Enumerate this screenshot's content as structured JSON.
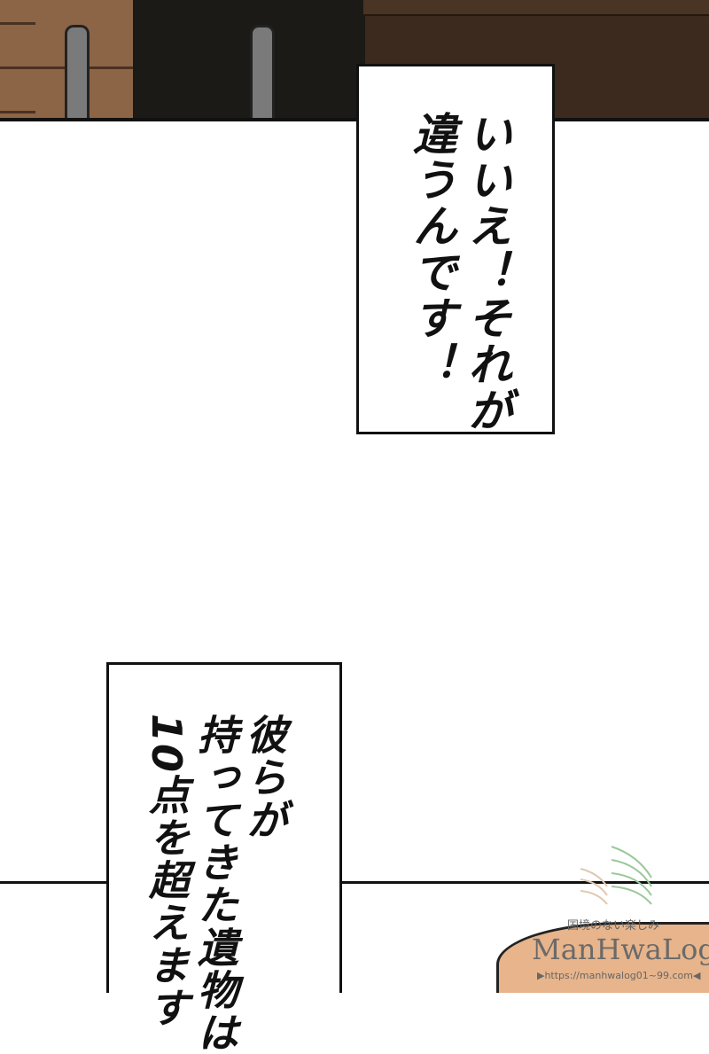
{
  "bubble_top": {
    "lines": [
      "いいえ！それが",
      "違うんです！"
    ]
  },
  "bubble_bottom": {
    "lines": [
      "彼らが",
      "持ってきた遺物は",
      "10点を超えます"
    ]
  },
  "watermark": {
    "tagline": "国境のない楽しみ",
    "brand": "ManHwaLog",
    "url": "▶https://manhwalog01~99.com◀"
  },
  "colors": {
    "desk": "#8c6446",
    "chair": "#1b1a16",
    "background_wall": "#3b2a1d",
    "hair": "#e7b48b"
  }
}
